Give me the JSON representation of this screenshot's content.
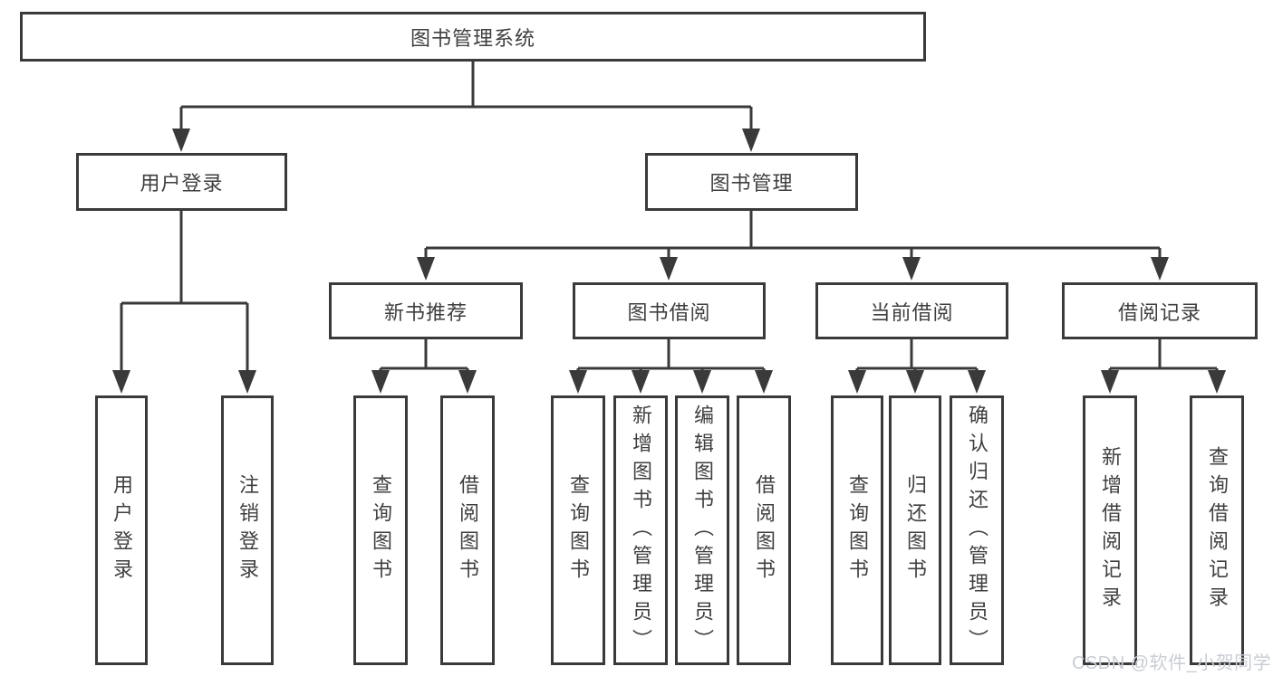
{
  "diagram": {
    "root": {
      "label": "图书管理系统",
      "children": [
        {
          "label": "用户登录",
          "children": [
            {
              "label": "用户登录"
            },
            {
              "label": "注销登录"
            }
          ]
        },
        {
          "label": "图书管理",
          "children": [
            {
              "label": "新书推荐",
              "children": [
                {
                  "label": "查询图书"
                },
                {
                  "label": "借阅图书"
                }
              ]
            },
            {
              "label": "图书借阅",
              "children": [
                {
                  "label": "查询图书"
                },
                {
                  "label": "新增图书（管理员）"
                },
                {
                  "label": "编辑图书（管理员）"
                },
                {
                  "label": "借阅图书"
                }
              ]
            },
            {
              "label": "当前借阅",
              "children": [
                {
                  "label": "查询图书"
                },
                {
                  "label": "归还图书"
                },
                {
                  "label": "确认归还（管理员）"
                }
              ]
            },
            {
              "label": "借阅记录",
              "children": [
                {
                  "label": "新增借阅记录"
                },
                {
                  "label": "查询借阅记录"
                }
              ]
            }
          ]
        }
      ]
    }
  },
  "watermark": {
    "text": "CSDN @软件_小贺同学"
  },
  "colors": {
    "line": "#3a3a3a",
    "text": "#3f3f3f",
    "background": "#ffffff",
    "watermark": "#c9cdd4"
  }
}
